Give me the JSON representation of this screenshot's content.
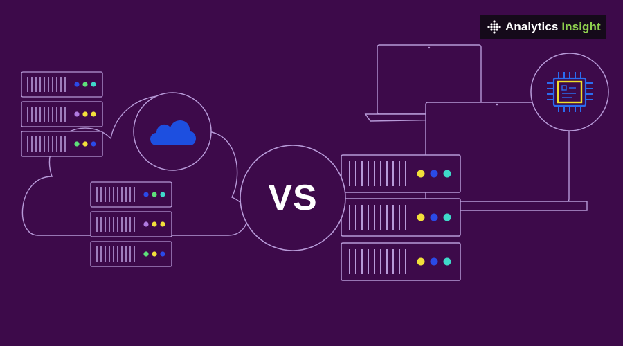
{
  "brand": {
    "name_part1": "Analytics",
    "name_part2": "Insight",
    "accent_color": "#8fd14f",
    "icon": "dot-grid-logo-icon"
  },
  "center_label": "VS",
  "colors": {
    "background": "#3d0a4a",
    "outline": "#b79ad8",
    "cloud_blue": "#1d4fe0",
    "chip_blue": "#2a6cf0",
    "chip_yellow": "#f0e02a",
    "led_blue": "#2a4ae8",
    "led_green": "#5ee07a",
    "led_teal": "#3fd9c9",
    "led_yellow": "#f2e03a",
    "led_purple": "#b07ae0"
  },
  "icons": {
    "cloud": "cloud-icon",
    "chip": "cpu-chip-icon",
    "laptop": "laptop-icon",
    "server": "server-rack-icon"
  }
}
